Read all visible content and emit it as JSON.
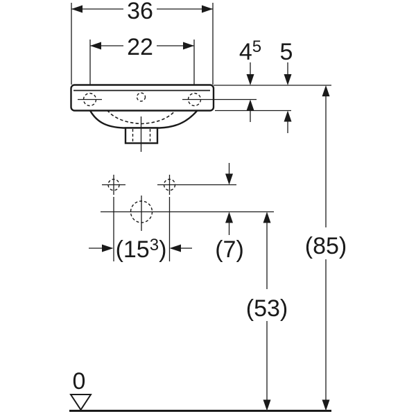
{
  "figure": {
    "kind": "sanitary-ware dimension drawing (washbasin front view with wall fixing and outlet positions)",
    "background_color": "#ffffff",
    "line_color": "#1a1a1a",
    "dims": {
      "overall_width": "36",
      "taphole_spacing": "22",
      "rim_to_taphole": {
        "main": "4",
        "sup": "5"
      },
      "apron_height": "5",
      "fixing_hole_spacing": {
        "main": "(15",
        "sup": "3",
        "close": ")"
      },
      "fixing_to_drain": "(7)",
      "drain_outlet_height": "(53)",
      "rim_height": "(85)",
      "datum_level": "0"
    }
  }
}
